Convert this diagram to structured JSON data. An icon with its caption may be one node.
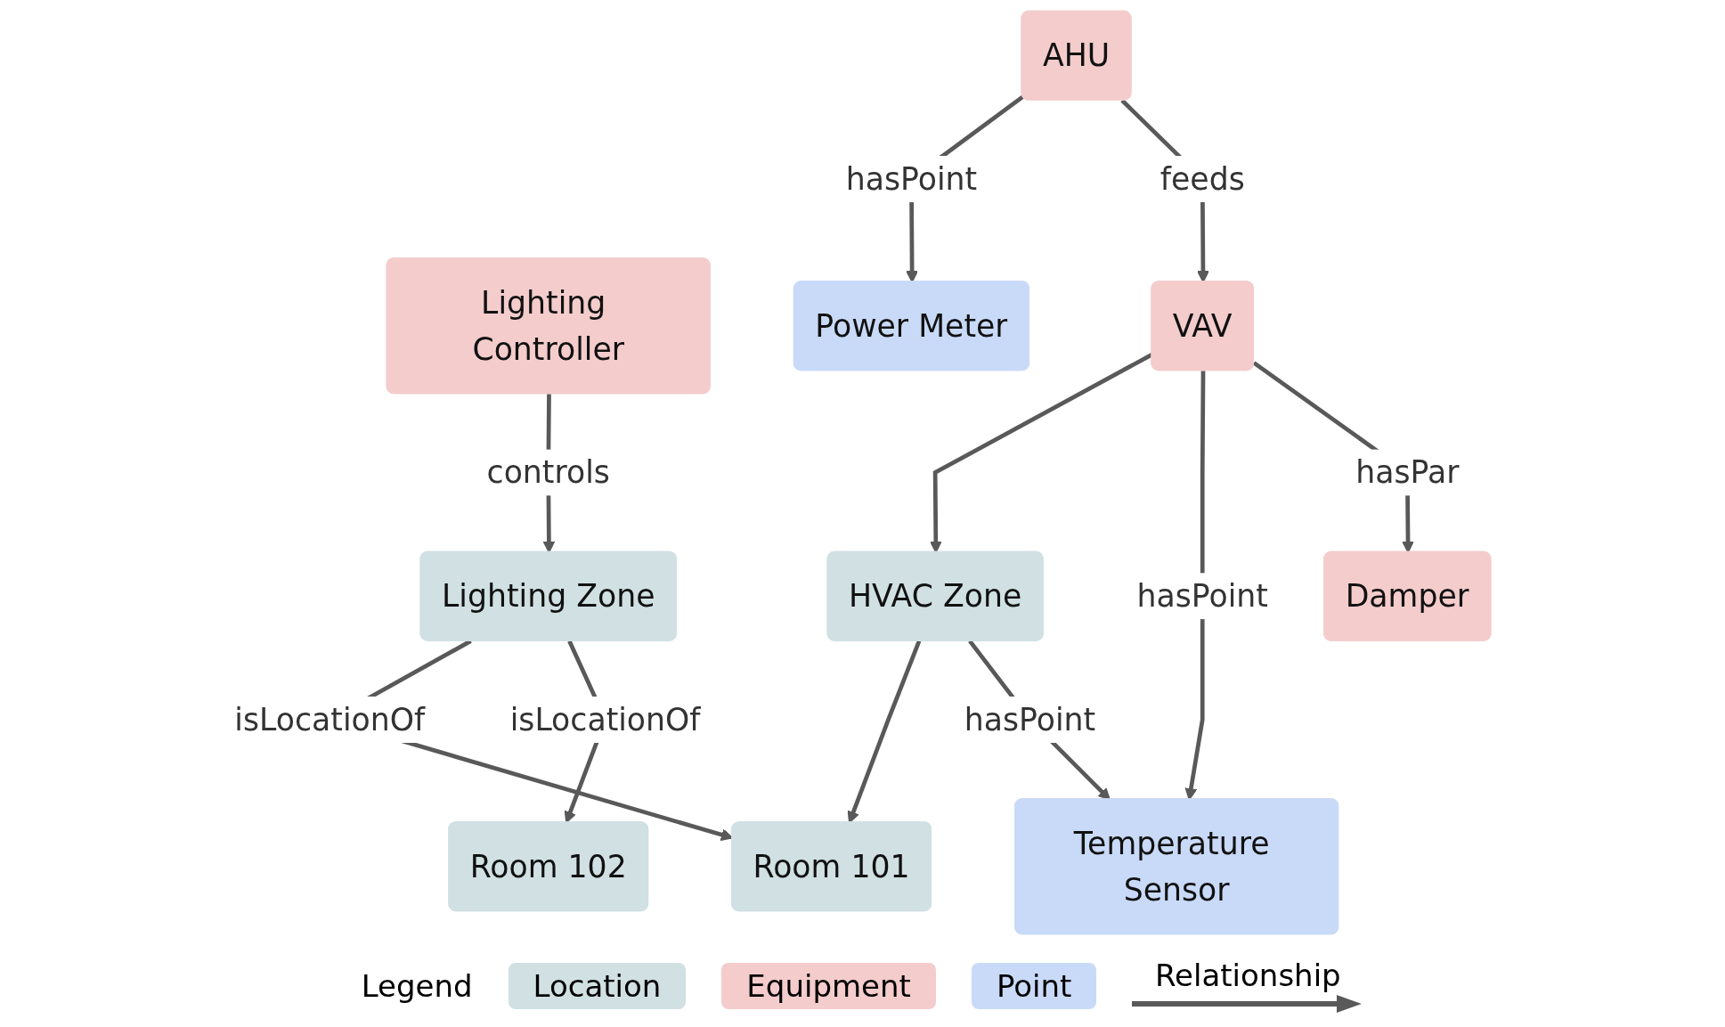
{
  "diagram": {
    "nodes": [
      {
        "text": [
          "Lighting Controller"
        ]
      },
      {
        "text": [
          "Power Meter"
        ]
      },
      {
        "text": [
          "AHU"
        ]
      },
      {
        "text": [
          "Lighting Zone"
        ]
      },
      {
        "text": [
          "HVAC Zone"
        ]
      },
      {
        "text": [
          "VAV"
        ]
      },
      {
        "text": [
          "Room 102"
        ]
      },
      {
        "text": [
          "Room 101"
        ]
      },
      {
        "text": [
          "Temperature Sensor"
        ]
      },
      {
        "text": [
          "Damper"
        ]
      }
    ],
    "edges": [
      {
        "from": 0,
        "to": 3,
        "arrow": "to",
        "label": "controls"
      },
      {
        "from": 2,
        "to": 1,
        "arrow": "to",
        "label": "hasPoint"
      },
      {
        "from": 2,
        "to": 5,
        "arrow": "to",
        "label": "feeds"
      },
      {
        "from": 3,
        "to": 7,
        "arrow": "to",
        "label": "isLocationOf"
      },
      {
        "from": 4,
        "to": 7,
        "arrow": "to"
      },
      {
        "from": 5,
        "to": 4,
        "arrow": "to"
      },
      {
        "from": 4,
        "to": 8,
        "arrow": "to",
        "label": "hasPoint"
      },
      {
        "from": 3,
        "to": 6,
        "arrow": "to",
        "label": "isLocationOf"
      },
      {
        "from": 5,
        "to": 8,
        "arrow": "to",
        "label": "hasPoint"
      },
      {
        "from": 5,
        "to": 9,
        "arrow": "to",
        "label": "hasPar"
      }
    ],
    "labels": [
      "Legend"
    ],
    "legend": [
      {
        "text": "Location",
        "color": "#d0e0e3"
      },
      {
        "text": "Equipment",
        "color": "#f4cccc"
      },
      {
        "text": "Point",
        "color": "#c9daf8"
      },
      {
        "text": "Relationship"
      }
    ]
  }
}
